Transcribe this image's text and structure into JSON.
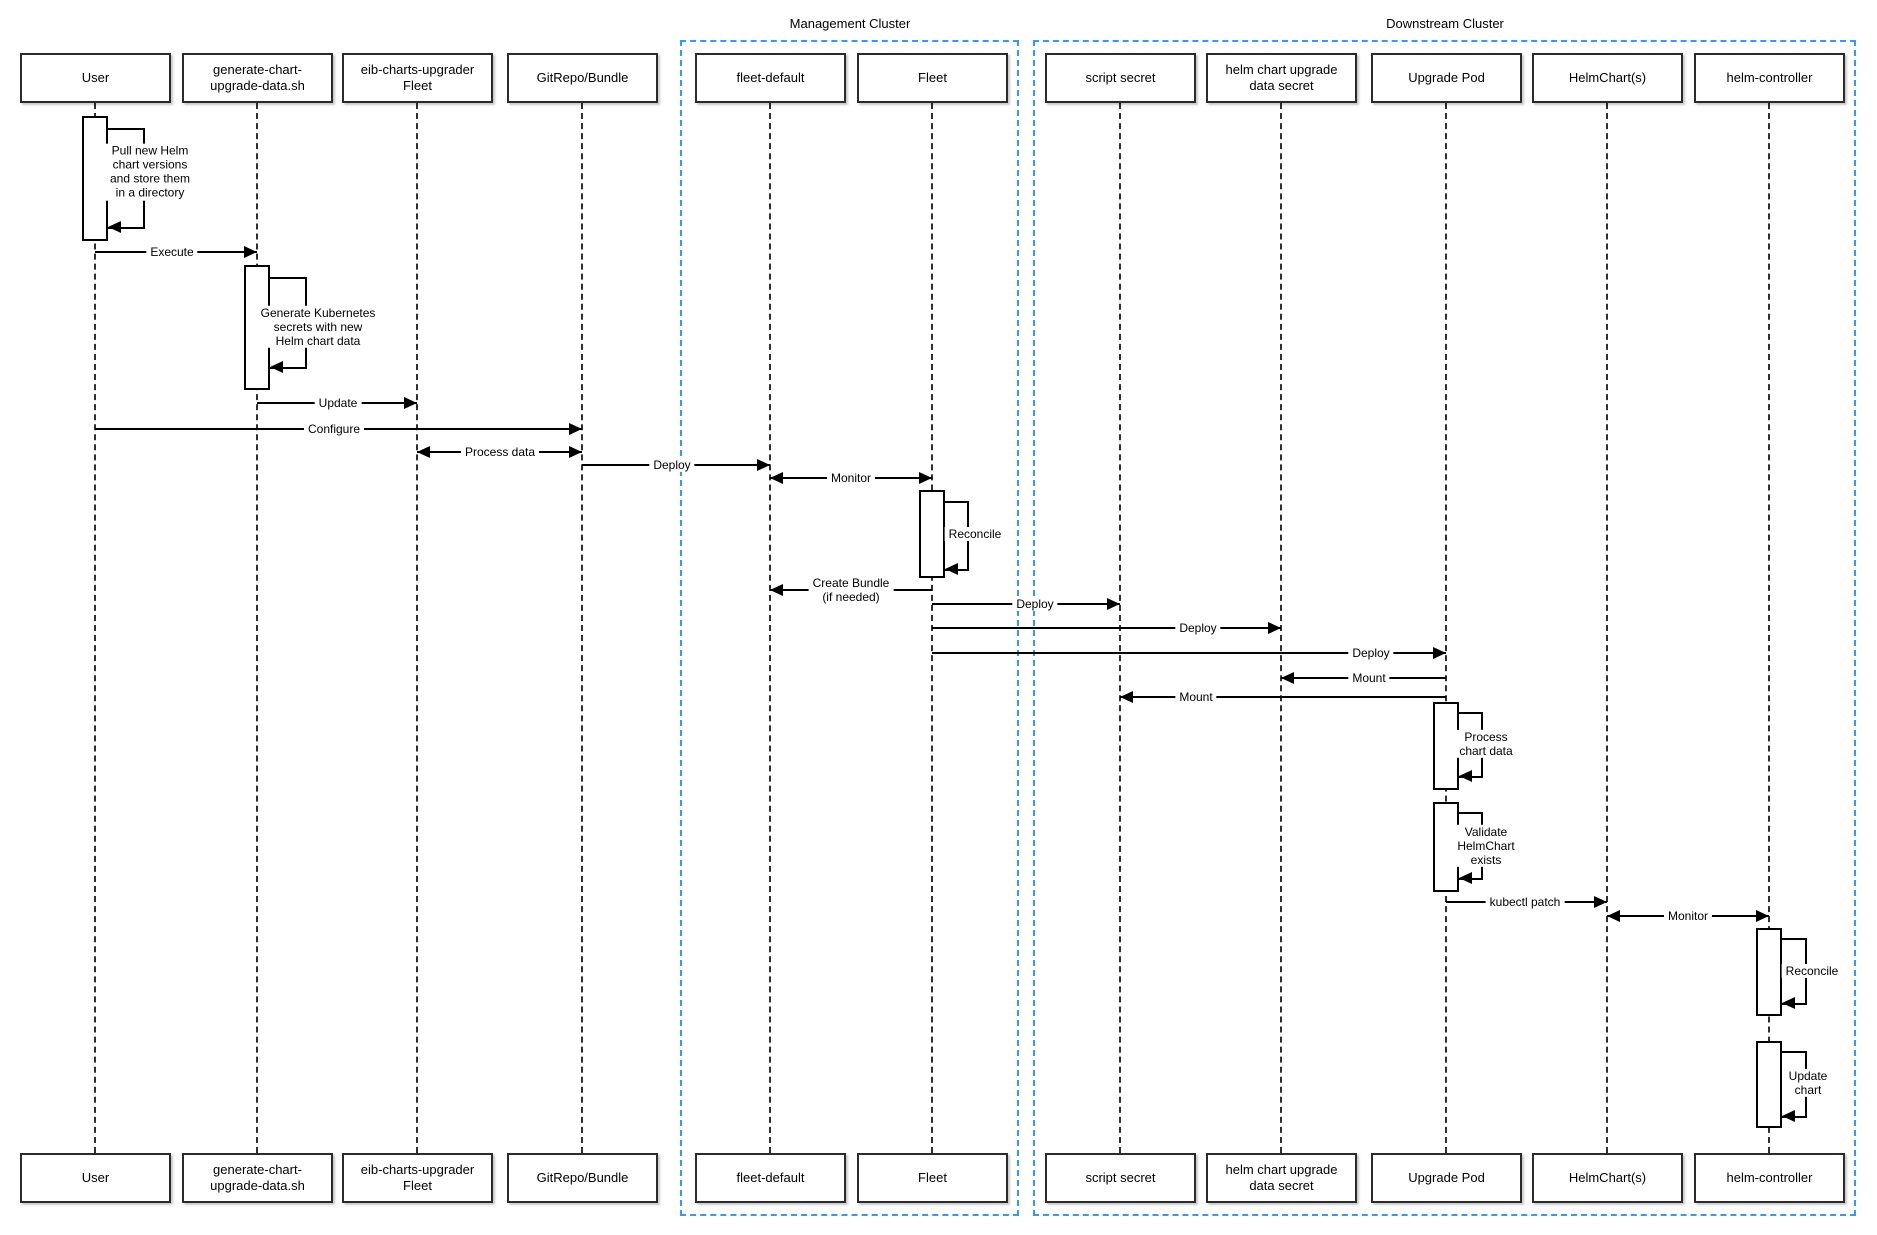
{
  "clusters": [
    {
      "label": "Management Cluster"
    },
    {
      "label": "Downstream Cluster"
    }
  ],
  "participants": [
    {
      "label": "User"
    },
    {
      "label": "generate-chart-\nupgrade-data.sh"
    },
    {
      "label": "eib-charts-upgrader\nFleet"
    },
    {
      "label": "GitRepo/Bundle"
    },
    {
      "label": "fleet-default"
    },
    {
      "label": "Fleet"
    },
    {
      "label": "script secret"
    },
    {
      "label": "helm chart upgrade\ndata secret"
    },
    {
      "label": "Upgrade Pod"
    },
    {
      "label": "HelmChart(s)"
    },
    {
      "label": "helm-controller"
    }
  ],
  "self_messages": [
    {
      "actor": "User",
      "label": "Pull new Helm\nchart versions\nand store them\nin a directory"
    },
    {
      "actor": "generate-chart-upgrade-data.sh",
      "label": "Generate Kubernetes\nsecrets with new\nHelm chart data"
    },
    {
      "actor": "Fleet",
      "label": "Reconcile"
    },
    {
      "actor": "Upgrade Pod",
      "label": "Process\nchart data"
    },
    {
      "actor": "Upgrade Pod",
      "label": "Validate\nHelmChart\nexists"
    },
    {
      "actor": "helm-controller",
      "label": "Reconcile"
    },
    {
      "actor": "helm-controller",
      "label": "Update\nchart"
    }
  ],
  "messages": [
    {
      "label": "Execute",
      "from": "User",
      "to": "generate-chart-upgrade-data.sh",
      "direction": "right"
    },
    {
      "label": "Update",
      "from": "generate-chart-upgrade-data.sh",
      "to": "eib-charts-upgrader Fleet",
      "direction": "right"
    },
    {
      "label": "Configure",
      "from": "User",
      "to": "GitRepo/Bundle",
      "direction": "right"
    },
    {
      "label": "Process data",
      "from": "eib-charts-upgrader Fleet",
      "to": "GitRepo/Bundle",
      "direction": "both"
    },
    {
      "label": "Deploy",
      "from": "GitRepo/Bundle",
      "to": "fleet-default",
      "direction": "right"
    },
    {
      "label": "Monitor",
      "from": "fleet-default",
      "to": "Fleet",
      "direction": "both"
    },
    {
      "label": "Create Bundle\n(if needed)",
      "from": "Fleet",
      "to": "fleet-default",
      "direction": "left"
    },
    {
      "label": "Deploy",
      "from": "Fleet",
      "to": "script secret",
      "direction": "right"
    },
    {
      "label": "Deploy",
      "from": "Fleet",
      "to": "helm chart upgrade data secret",
      "direction": "right"
    },
    {
      "label": "Deploy",
      "from": "Fleet",
      "to": "Upgrade Pod",
      "direction": "right"
    },
    {
      "label": "Mount",
      "from": "Upgrade Pod",
      "to": "helm chart upgrade data secret",
      "direction": "left"
    },
    {
      "label": "Mount",
      "from": "Upgrade Pod",
      "to": "script secret",
      "direction": "left"
    },
    {
      "label": "kubectl patch",
      "from": "Upgrade Pod",
      "to": "HelmChart(s)",
      "direction": "right"
    },
    {
      "label": "Monitor",
      "from": "HelmChart(s)",
      "to": "helm-controller",
      "direction": "both"
    }
  ],
  "colors": {
    "cluster_border": "#3399ff",
    "line": "#000000",
    "participant_fill": "#ffffff"
  }
}
